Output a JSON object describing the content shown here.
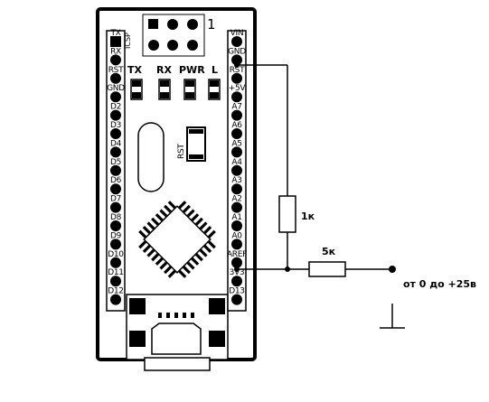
{
  "board": {
    "left_pins": [
      "TX",
      "RX",
      "RST",
      "GND",
      "D2",
      "D3",
      "D4",
      "D5",
      "D6",
      "D7",
      "D8",
      "D9",
      "D10",
      "D11",
      "D12"
    ],
    "right_pins": [
      "VIN",
      "GND",
      "RST",
      "+5V",
      "A7",
      "A6",
      "A5",
      "A4",
      "A3",
      "A2",
      "A1",
      "A0",
      "AREF",
      "3V3",
      "D13"
    ],
    "leds": [
      "TX",
      "RX",
      "PWR",
      "L"
    ],
    "icsp_label": "ICSP",
    "icsp_pin1": "1",
    "reset_button": "RST"
  },
  "circuit": {
    "r1_label": "1к",
    "r2_label": "5к",
    "input_label": "от 0 до +25в"
  }
}
